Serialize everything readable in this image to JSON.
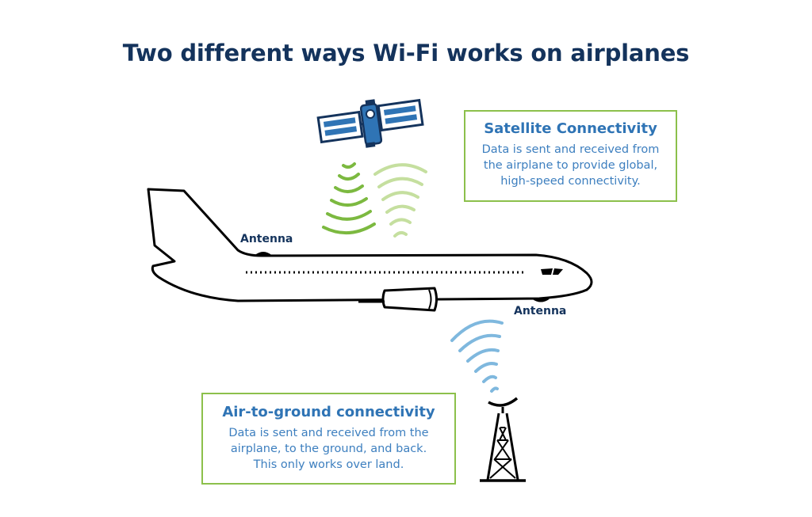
{
  "title": "Two different ways Wi-Fi works on airplanes",
  "labels": {
    "antenna_top": "Antenna",
    "antenna_bottom": "Antenna"
  },
  "satellite_box": {
    "title": "Satellite Connectivity",
    "text": "Data is sent and received from the airplane to provide global, high-speed connectivity."
  },
  "ground_box": {
    "title": "Air-to-ground connectivity",
    "text": "Data is sent and received from the airplane, to the ground, and back. This only works over land."
  },
  "colors": {
    "navy": "#14335c",
    "accent_blue": "#2f74b5",
    "satellite_signal_down": "#7cb940",
    "satellite_signal_up": "#c5df9f",
    "ground_signal": "#7fb8de",
    "box_border": "#8cc04b"
  },
  "icons": [
    "satellite-icon",
    "airplane-icon",
    "tower-icon"
  ]
}
